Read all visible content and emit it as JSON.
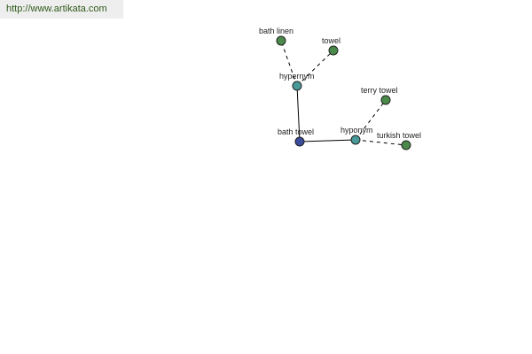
{
  "header": {
    "url": "http://www.artikata.com"
  },
  "colors": {
    "url_text": "#2f5a1a",
    "url_bg": "#eeeeee",
    "root_node": "#3a4c9a",
    "relation_node": "#4a9a9a",
    "leaf_node": "#4a8a4a"
  },
  "graph": {
    "nodes": [
      {
        "id": "bath-towel",
        "label": "bath towel",
        "kind": "root"
      },
      {
        "id": "hypernym",
        "label": "hypernym",
        "kind": "relation"
      },
      {
        "id": "hyponym",
        "label": "hyponym",
        "kind": "relation"
      },
      {
        "id": "bath-linen",
        "label": "bath linen",
        "kind": "leaf"
      },
      {
        "id": "towel",
        "label": "towel",
        "kind": "leaf"
      },
      {
        "id": "terry-towel",
        "label": "terry towel",
        "kind": "leaf"
      },
      {
        "id": "turkish-towel",
        "label": "turkish towel",
        "kind": "leaf"
      }
    ],
    "edges": [
      {
        "from": "bath-towel",
        "to": "hypernym",
        "style": "solid"
      },
      {
        "from": "bath-towel",
        "to": "hyponym",
        "style": "solid"
      },
      {
        "from": "hypernym",
        "to": "bath-linen",
        "style": "dashed"
      },
      {
        "from": "hypernym",
        "to": "towel",
        "style": "dashed"
      },
      {
        "from": "hyponym",
        "to": "terry-towel",
        "style": "dashed"
      },
      {
        "from": "hyponym",
        "to": "turkish-towel",
        "style": "dashed"
      }
    ]
  }
}
